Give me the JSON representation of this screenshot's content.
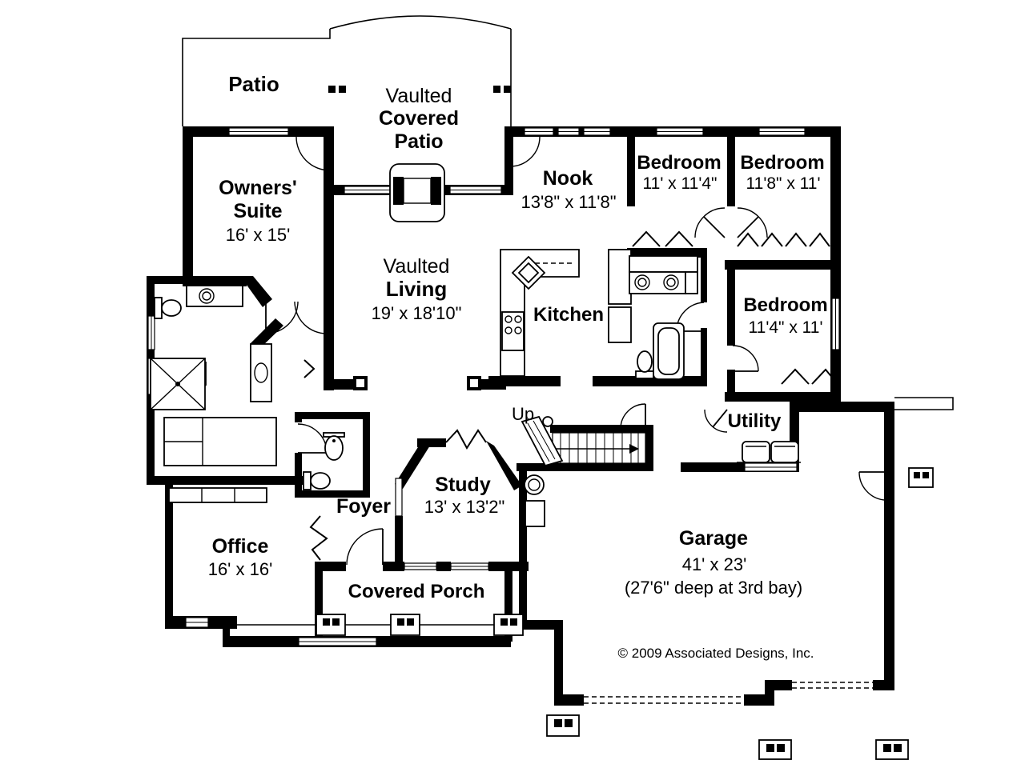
{
  "rooms": {
    "patio": {
      "name": "Patio"
    },
    "covered_patio": {
      "line1": "Vaulted",
      "line2": "Covered",
      "line3": "Patio"
    },
    "owners_suite": {
      "line1": "Owners'",
      "line2": "Suite",
      "dims": "16' x 15'"
    },
    "living": {
      "line1": "Vaulted",
      "line2": "Living",
      "dims": "19' x 18'10\""
    },
    "nook": {
      "name": "Nook",
      "dims": "13'8\" x 11'8\""
    },
    "kitchen": {
      "name": "Kitchen"
    },
    "bedroom1": {
      "name": "Bedroom",
      "dims": "11' x 11'4\""
    },
    "bedroom2": {
      "name": "Bedroom",
      "dims": "11'8\" x 11'"
    },
    "bedroom3": {
      "name": "Bedroom",
      "dims": "11'4\" x 11'"
    },
    "utility": {
      "name": "Utility"
    },
    "study": {
      "name": "Study",
      "dims": "13' x 13'2\""
    },
    "foyer": {
      "name": "Foyer"
    },
    "office": {
      "name": "Office",
      "dims": "16' x 16'"
    },
    "covered_porch": {
      "name": "Covered Porch"
    },
    "garage": {
      "name": "Garage",
      "dims": "41' x 23'",
      "note": "(27'6\" deep at 3rd bay)"
    }
  },
  "annotations": {
    "stairs_up": "Up",
    "copyright": "© 2009 Associated Designs, Inc."
  },
  "colors": {
    "ink": "#000000",
    "paper": "#ffffff"
  }
}
